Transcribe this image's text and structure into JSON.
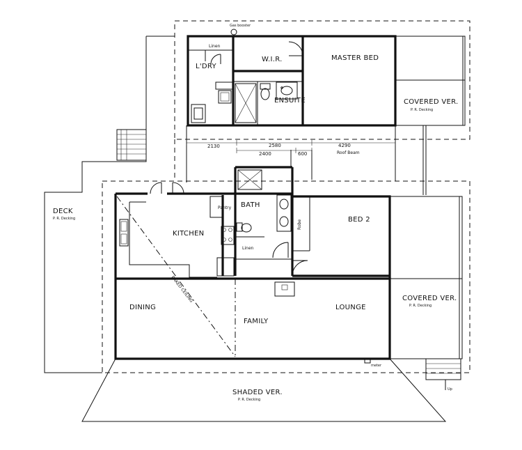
{
  "rooms": {
    "laundry": "L'DRY",
    "wir": "W.I.R.",
    "master_bed": "MASTER BED",
    "ensuite": "ENSUITE",
    "covered_ver_top": "COVERED VER.",
    "kitchen": "KITCHEN",
    "pantry": "Pantry",
    "bath": "BATH",
    "robe": "Robe",
    "bed2": "BED 2",
    "dining": "DINING",
    "family": "FAMILY",
    "lounge": "LOUNGE",
    "covered_ver_right": "COVERED VER.",
    "deck": "DECK",
    "shaded_ver": "SHADED VER."
  },
  "notes": {
    "gas_booster": "Gas booster",
    "linen_top": "Linen",
    "linen_bath": "Linen",
    "pr_decking": "P. R. Decking",
    "raked_ceiling": "RAKED CEILING",
    "roof_beam": "Roof Beam",
    "meter": "meter",
    "up": "Up"
  },
  "dimensions": {
    "d1": "2130",
    "d2": "2580",
    "d3": "4290",
    "d4": "2400",
    "d5": "600"
  }
}
